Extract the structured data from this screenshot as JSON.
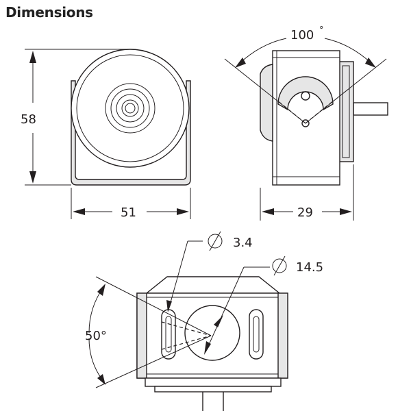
{
  "title": "Dimensions",
  "labels": {
    "height": "58",
    "width": "51",
    "depth": "29",
    "rotation_angle": "100",
    "degree_symbol": "°",
    "tilt_angle": "50°",
    "hole_diameter": "3.4",
    "mount_diameter": "14.5"
  }
}
